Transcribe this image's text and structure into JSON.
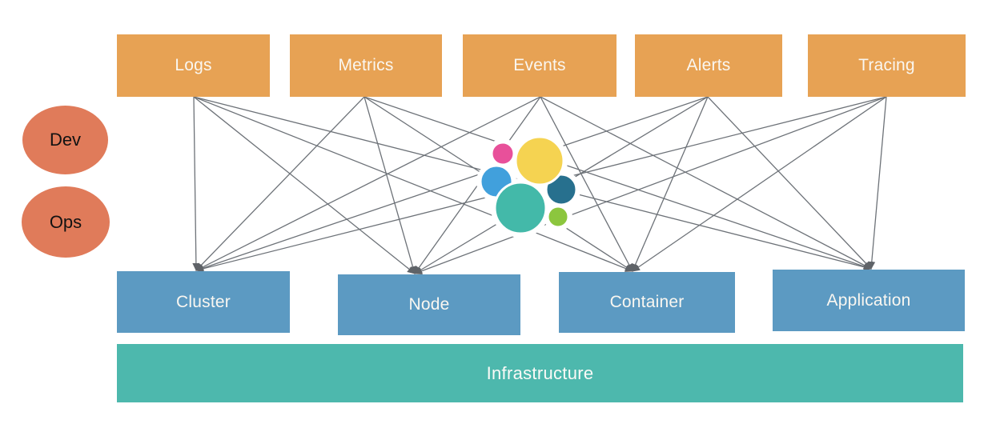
{
  "diagram": {
    "roles": {
      "items": [
        {
          "label": "Dev"
        },
        {
          "label": "Ops"
        }
      ]
    },
    "signals": {
      "items": [
        {
          "label": "Logs"
        },
        {
          "label": "Metrics"
        },
        {
          "label": "Events"
        },
        {
          "label": "Alerts"
        },
        {
          "label": "Tracing"
        }
      ]
    },
    "resources": {
      "items": [
        {
          "label": "Cluster"
        },
        {
          "label": "Node"
        },
        {
          "label": "Container"
        },
        {
          "label": "Application"
        }
      ]
    },
    "foundation": {
      "label": "Infrastructure"
    },
    "center_logo": {
      "name": "elastic-logo"
    },
    "edges": [
      [
        "Logs",
        "Cluster"
      ],
      [
        "Logs",
        "Node"
      ],
      [
        "Logs",
        "Container"
      ],
      [
        "Logs",
        "Application"
      ],
      [
        "Metrics",
        "Cluster"
      ],
      [
        "Metrics",
        "Node"
      ],
      [
        "Metrics",
        "Container"
      ],
      [
        "Metrics",
        "Application"
      ],
      [
        "Events",
        "Cluster"
      ],
      [
        "Events",
        "Node"
      ],
      [
        "Events",
        "Container"
      ],
      [
        "Events",
        "Application"
      ],
      [
        "Alerts",
        "Cluster"
      ],
      [
        "Alerts",
        "Node"
      ],
      [
        "Alerts",
        "Container"
      ],
      [
        "Alerts",
        "Application"
      ],
      [
        "Tracing",
        "Cluster"
      ],
      [
        "Tracing",
        "Node"
      ],
      [
        "Tracing",
        "Container"
      ],
      [
        "Tracing",
        "Application"
      ]
    ],
    "colors": {
      "signal_box": "#e7a254",
      "resource_box": "#5c9ac2",
      "foundation_bar": "#4db8ad",
      "role_circle": "#e07b5a",
      "connector_line": "#6d7278",
      "logo_yellow": "#f5d351",
      "logo_teal": "#43b9a9",
      "logo_blue": "#41a0dc",
      "logo_dark_teal": "#27708e",
      "logo_pink": "#e8509a",
      "logo_green": "#8cc63e"
    }
  }
}
